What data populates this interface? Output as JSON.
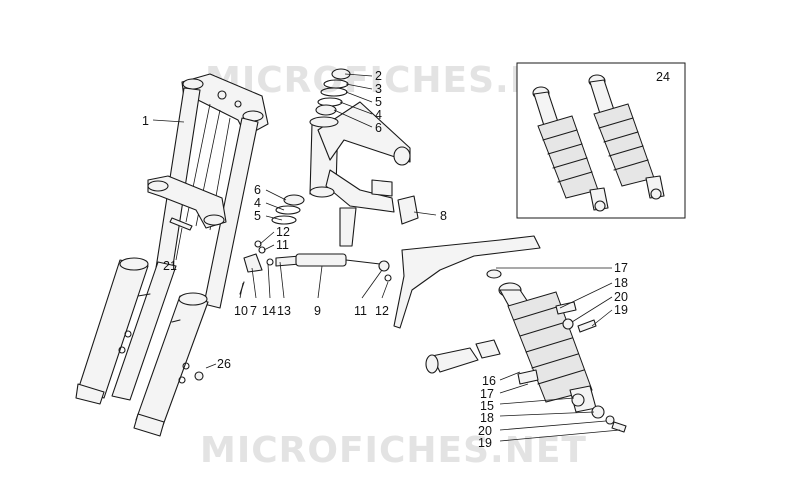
{
  "watermark": {
    "top": "MICROFICHES.NET",
    "bottom": "MICROFICHES.NET"
  },
  "callouts": {
    "c1": "1",
    "c2": "2",
    "c3": "3",
    "c5a": "5",
    "c4a": "4",
    "c6a": "6",
    "c6b": "6",
    "c4b": "4",
    "c5b": "5",
    "c8": "8",
    "c12a": "12",
    "c11a": "11",
    "c21": "21",
    "c10": "10",
    "c7": "7",
    "c14": "14",
    "c13": "13",
    "c9": "9",
    "c11b": "11",
    "c12b": "12",
    "c26": "26",
    "c24": "24",
    "c17a": "17",
    "c18a": "18",
    "c20a": "20",
    "c19a": "19",
    "c16": "16",
    "c17b": "17",
    "c15": "15",
    "c18b": "18",
    "c20b": "20",
    "c19b": "19"
  }
}
